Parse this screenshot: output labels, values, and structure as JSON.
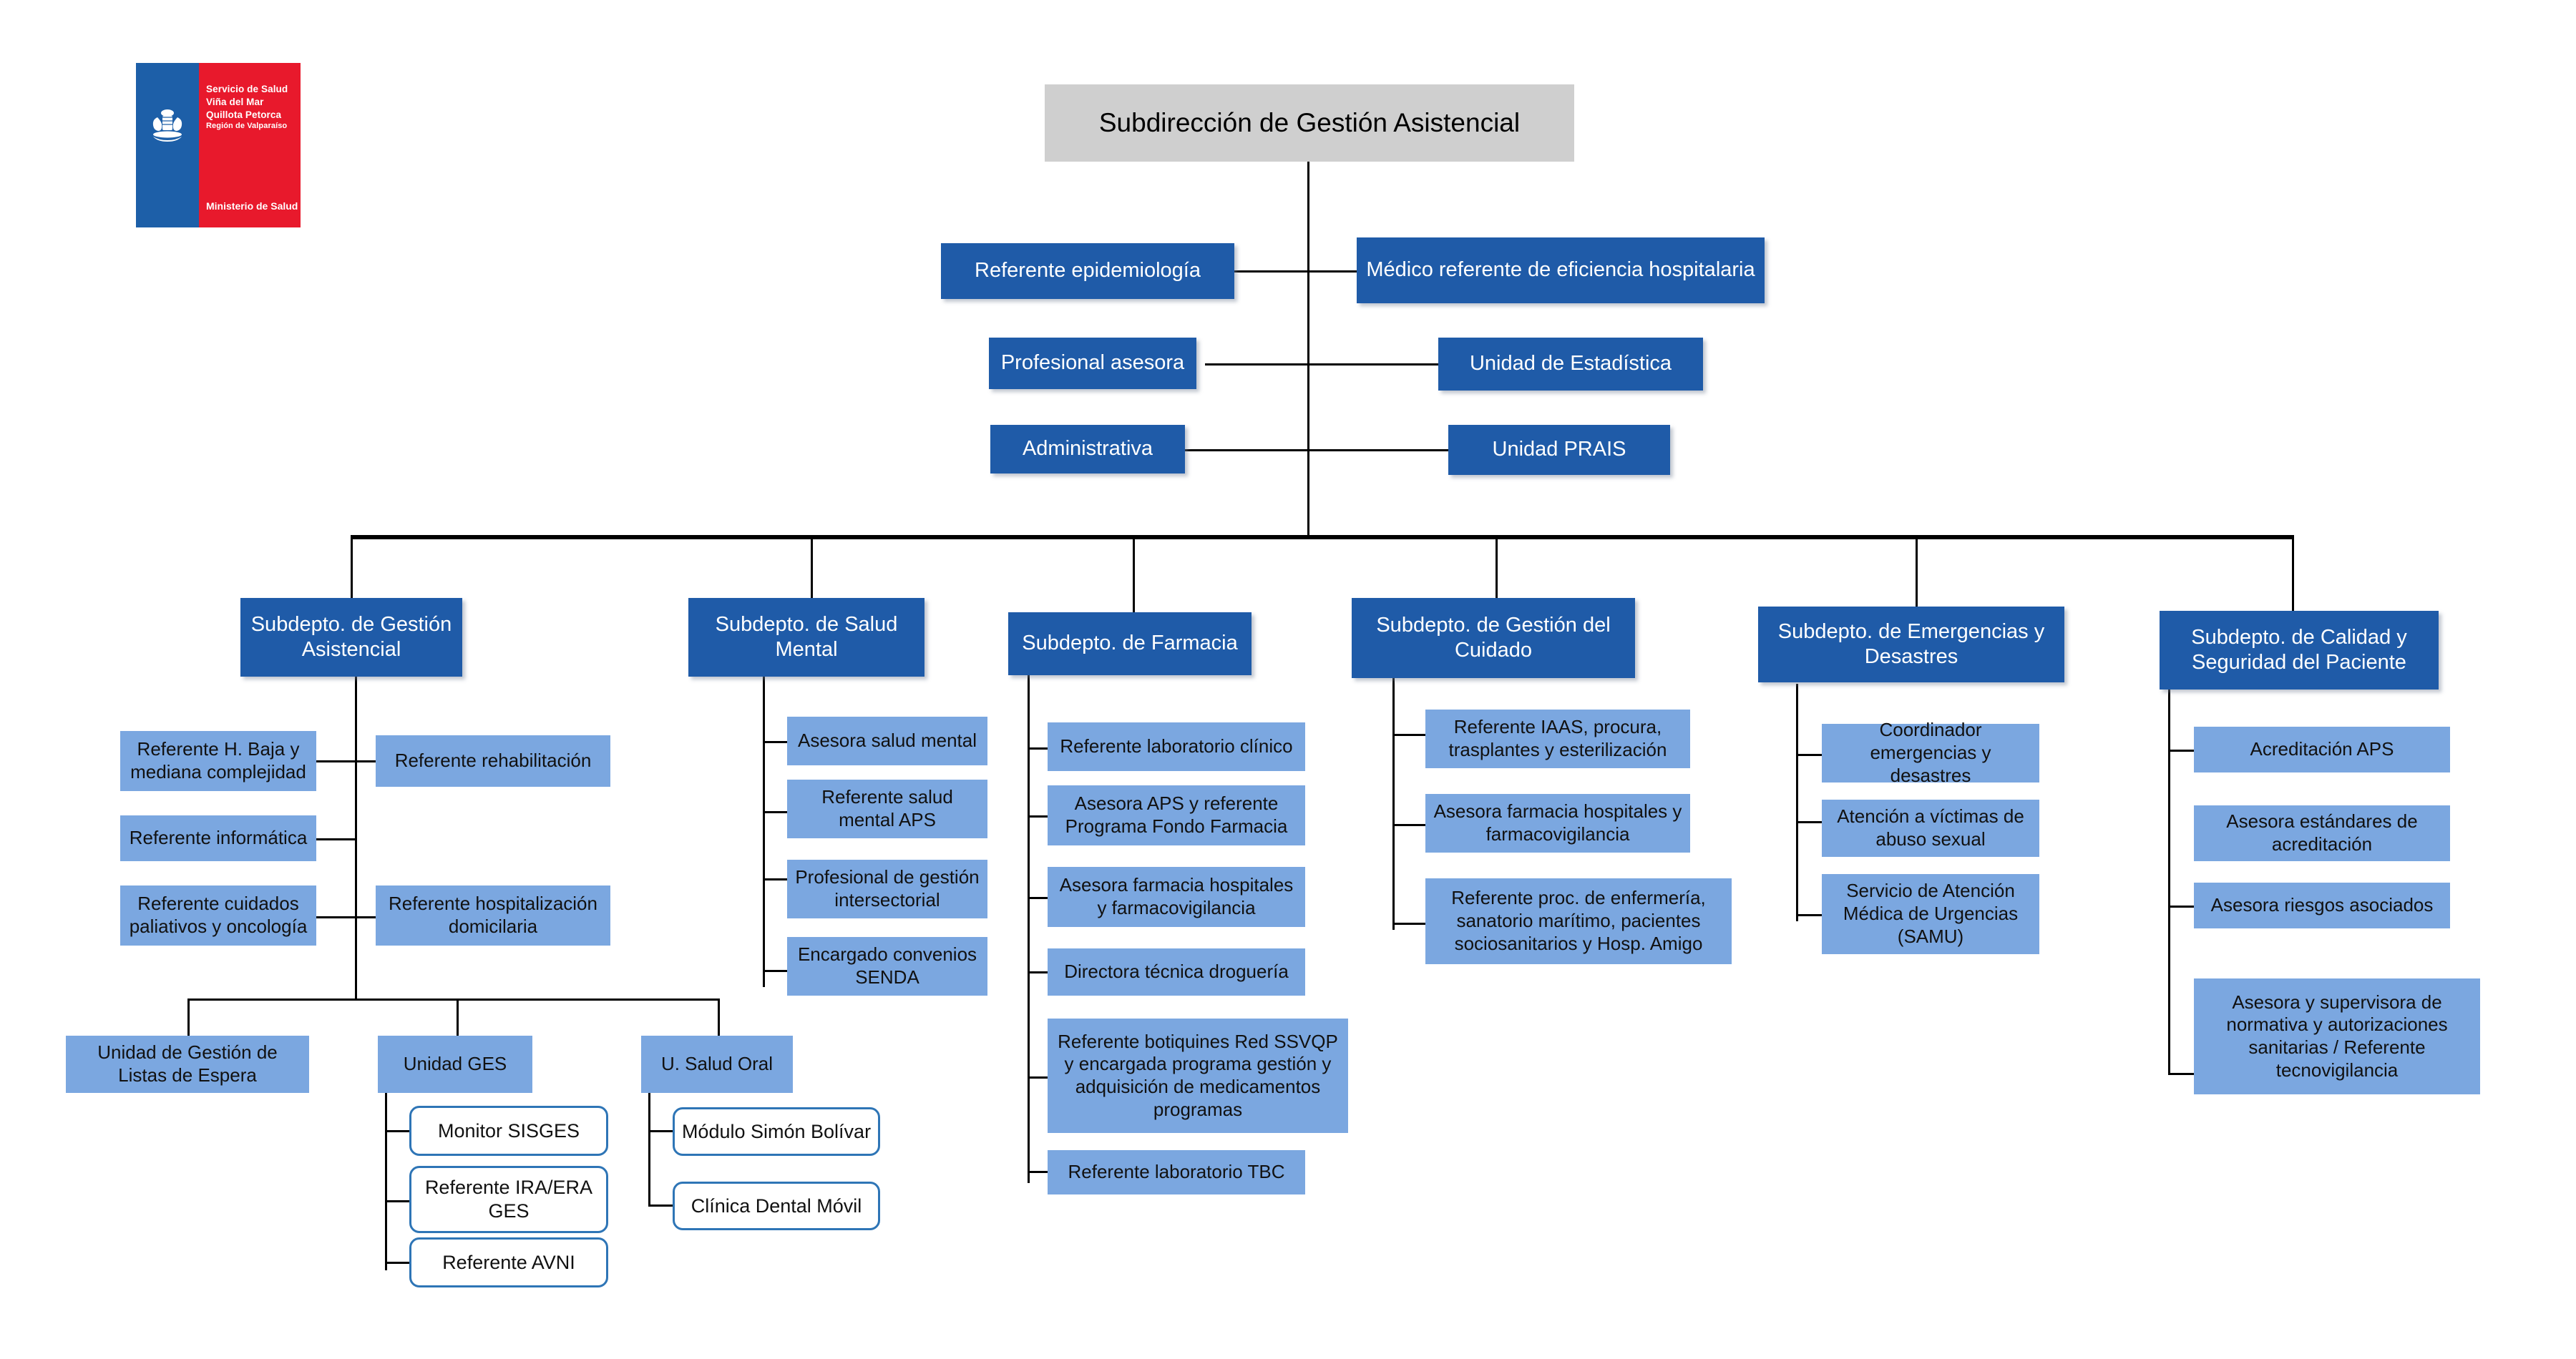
{
  "logo": {
    "name": "ministerio-de-salud-logo",
    "line1": "Servicio de Salud",
    "line2": "Viña del Mar",
    "line3": "Quillota Petorca",
    "line4": "Región de Valparaíso",
    "footer": "Ministerio de Salud",
    "colors": {
      "blue": "#1D5FA8",
      "red": "#E8192C"
    }
  },
  "colors": {
    "root_fill": "#cfcfcf",
    "dark_blue": "#1F5BA8",
    "light_blue": "#7BA7E0",
    "outline_blue": "#2E75B6",
    "connector": "#000000"
  },
  "root": {
    "label": "Subdirección de Gestión Asistencial"
  },
  "staff": [
    {
      "left": "Referente epidemiología",
      "right": "Médico referente de eficiencia hospitalaria"
    },
    {
      "left": "Profesional asesora",
      "right": "Unidad de Estadística"
    },
    {
      "left": "Administrativa",
      "right": "Unidad PRAIS"
    }
  ],
  "departments": [
    {
      "id": "gestion-asistencial",
      "label": "Subdepto. de Gestión Asistencial",
      "left_items": [
        "Referente H. Baja y mediana complejidad",
        "Referente informática",
        "Referente cuidados paliativos y oncología"
      ],
      "right_items": [
        "Referente rehabilitación",
        "Referente hospitalización domicilaria"
      ],
      "units": [
        {
          "label": "Unidad de Gestión de Listas de Espera",
          "children": []
        },
        {
          "label": "Unidad GES",
          "children": [
            "Monitor SISGES",
            "Referente IRA/ERA GES",
            "Referente AVNI"
          ]
        },
        {
          "label": "U. Salud Oral",
          "children": [
            "Módulo Simón Bolívar",
            "Clínica Dental Móvil"
          ]
        }
      ]
    },
    {
      "id": "salud-mental",
      "label": "Subdepto. de Salud Mental",
      "items": [
        "Asesora salud mental",
        "Referente salud mental APS",
        "Profesional de gestión intersectorial",
        "Encargado convenios SENDA"
      ]
    },
    {
      "id": "farmacia",
      "label": "Subdepto. de Farmacia",
      "items": [
        "Referente laboratorio clínico",
        "Asesora APS y referente Programa Fondo Farmacia",
        "Asesora farmacia hospitales y farmacovigilancia",
        "Directora técnica droguería",
        "Referente botiquines Red SSVQP y encargada programa gestión y adquisición de medicamentos programas",
        "Referente laboratorio TBC"
      ]
    },
    {
      "id": "gestion-del-cuidado",
      "label": "Subdepto. de Gestión del Cuidado",
      "items": [
        "Referente IAAS, procura, trasplantes y esterilización",
        "Asesora farmacia hospitales y farmacovigilancia",
        "Referente proc. de enfermería, sanatorio marítimo, pacientes sociosanitarios y Hosp. Amigo"
      ]
    },
    {
      "id": "emergencias-y-desastres",
      "label": "Subdepto. de Emergencias y Desastres",
      "items": [
        "Coordinador emergencias y desastres",
        "Atención a víctimas de abuso sexual",
        "Servicio de Atención Médica de Urgencias (SAMU)"
      ]
    },
    {
      "id": "calidad-y-seguridad",
      "label": "Subdepto. de Calidad y Seguridad del Paciente",
      "items": [
        "Acreditación APS",
        "Asesora estándares de acreditación",
        "Asesora riesgos asociados",
        "Asesora y supervisora de normativa y autorizaciones sanitarias / Referente tecnovigilancia"
      ]
    }
  ]
}
